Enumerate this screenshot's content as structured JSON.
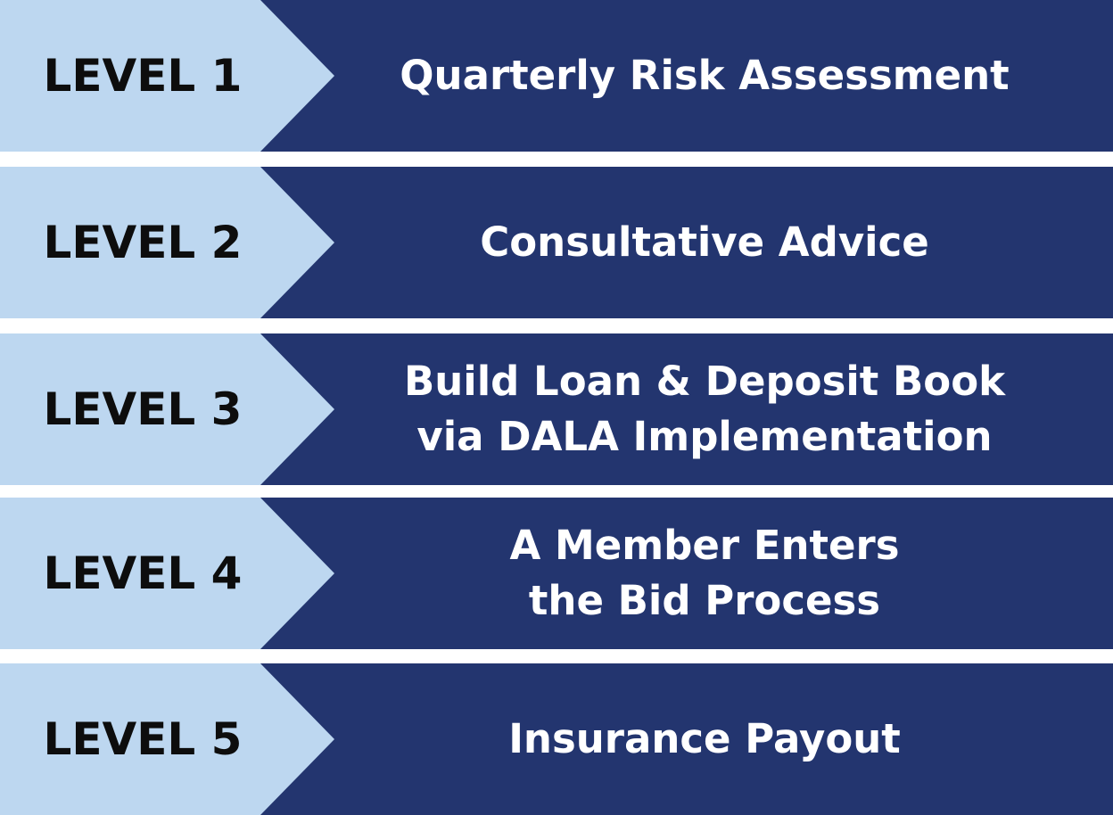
{
  "colors": {
    "label_bg": "#bdd7f0",
    "desc_bg": "#23356f",
    "label_text": "#0d0d0d",
    "desc_text": "#ffffff"
  },
  "levels": [
    {
      "label": "LEVEL 1",
      "lines": [
        "Quarterly Risk Assessment"
      ]
    },
    {
      "label": "LEVEL 2",
      "lines": [
        "Consultative Advice"
      ]
    },
    {
      "label": "LEVEL 3",
      "lines": [
        "Build Loan & Deposit Book",
        "via DALA Implementation"
      ]
    },
    {
      "label": "LEVEL 4",
      "lines": [
        "A Member Enters",
        "the Bid Process"
      ]
    },
    {
      "label": "LEVEL 5",
      "lines": [
        "Insurance Payout"
      ]
    }
  ]
}
